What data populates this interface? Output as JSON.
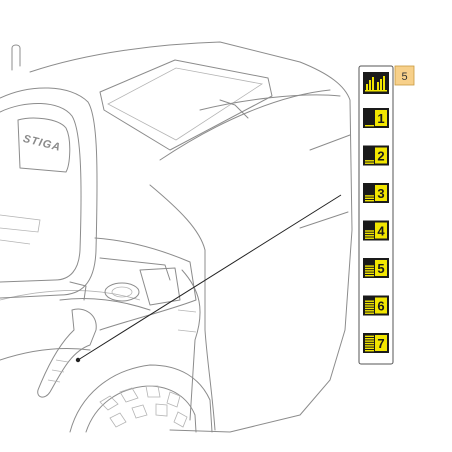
{
  "brand_logo": "STIGA",
  "callout": {
    "number": "5",
    "box_color": "#f7d08a"
  },
  "cutting_height_label": {
    "levels": [
      "1",
      "2",
      "3",
      "4",
      "5",
      "6",
      "7"
    ],
    "level_fill_fraction": [
      0.14,
      0.29,
      0.43,
      0.57,
      0.71,
      0.86,
      1.0
    ],
    "header_icon": "grass-height-icon",
    "accent_color": "#f2e600",
    "tile_color": "#1a1a1a"
  },
  "colors": {
    "outline": "#8c8c8c",
    "leader_line": "#222222"
  }
}
